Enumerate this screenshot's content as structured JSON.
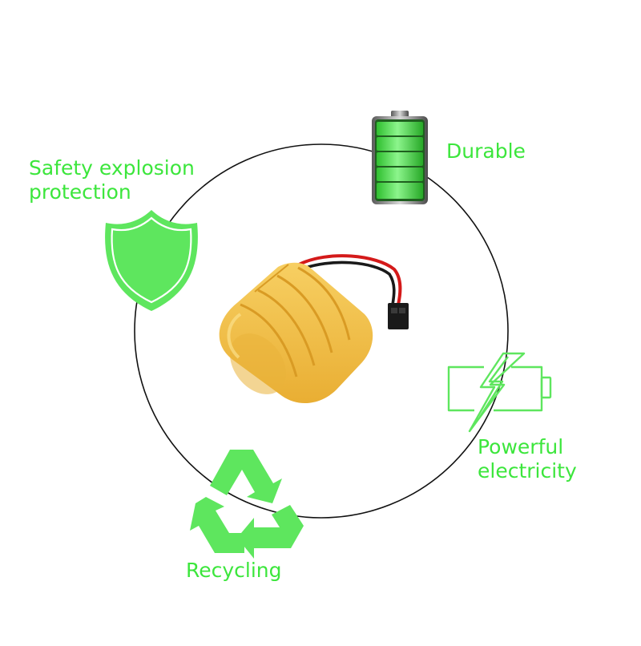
{
  "colors": {
    "accent_green": "#3ce63c",
    "icon_green": "#5ee65e",
    "circle_stroke": "#111111",
    "battery_pack_yellow": "#f2c04a",
    "wire_red": "#d41a1a",
    "connector_black": "#1a1a1a"
  },
  "features": {
    "safety": {
      "icon": "shield-icon",
      "line1": "Safety explosion",
      "line2": "protection"
    },
    "durable": {
      "icon": "full-battery-icon",
      "label": "Durable"
    },
    "powerful": {
      "icon": "charging-battery-icon",
      "line1": "Powerful",
      "line2": "electricity"
    },
    "recycling": {
      "icon": "recycle-icon",
      "label": "Recycling"
    }
  },
  "product": {
    "icon": "battery-pack-image"
  }
}
